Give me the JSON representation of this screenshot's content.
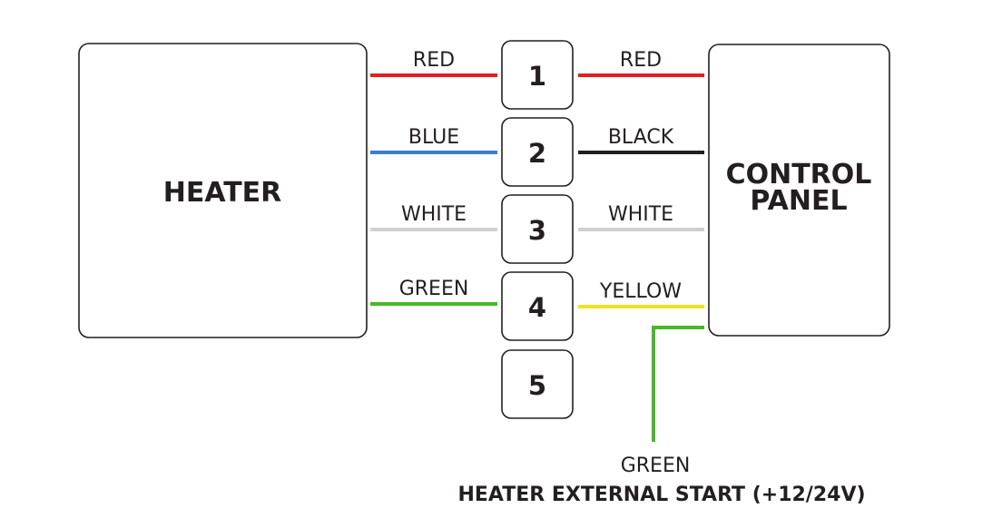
{
  "heater": {
    "label": "HEATER"
  },
  "control_panel": {
    "label_line1": "CONTROL",
    "label_line2": "PANEL"
  },
  "terminals": [
    {
      "label": "1"
    },
    {
      "label": "2"
    },
    {
      "label": "3"
    },
    {
      "label": "4"
    },
    {
      "label": "5"
    }
  ],
  "wires_left": [
    {
      "label": "RED",
      "color": "#e41e26"
    },
    {
      "label": "BLUE",
      "color": "#3a7dd2"
    },
    {
      "label": "WHITE",
      "color": "#cfcfcf"
    },
    {
      "label": "GREEN",
      "color": "#47b92a"
    }
  ],
  "wires_right": [
    {
      "label": "RED",
      "color": "#e41e26"
    },
    {
      "label": "BLACK",
      "color": "#231f20"
    },
    {
      "label": "WHITE",
      "color": "#cfcfcf"
    },
    {
      "label": "YELLOW",
      "color": "#f2e21b"
    }
  ],
  "external_start": {
    "wire_label": "GREEN",
    "wire_color": "#47b92a",
    "caption": "HEATER EXTERNAL START (+12/24V)"
  }
}
